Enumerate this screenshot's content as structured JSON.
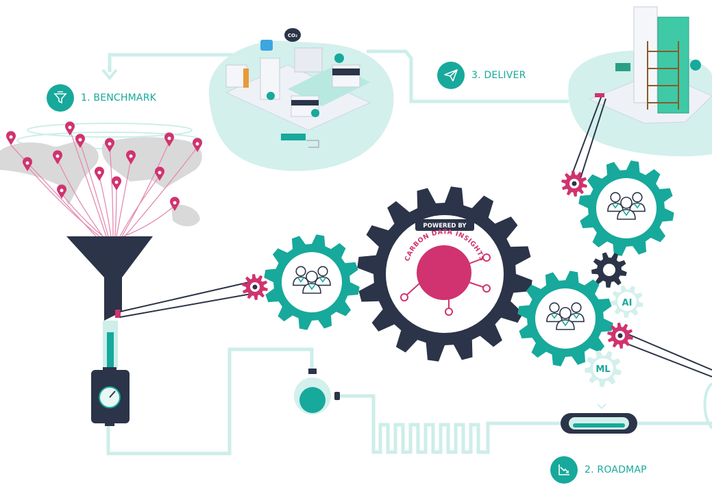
{
  "steps": {
    "benchmark": {
      "label": "1. BENCHMARK",
      "icon": "funnel-icon"
    },
    "roadmap": {
      "label": "2. ROADMAP",
      "icon": "trend-down-icon"
    },
    "deliver": {
      "label": "3. DELIVER",
      "icon": "paper-plane-icon"
    }
  },
  "center_gear": {
    "top_text": "POWERED BY",
    "arc_text": "CARBON DATA INSIGHTS"
  },
  "small_gears": {
    "ai": "AI",
    "ml": "ML"
  },
  "building_badge": {
    "co2": "CO₂"
  },
  "colors": {
    "teal": "#17a99b",
    "teal_light": "#d3f0ec",
    "navy": "#2b3448",
    "magenta": "#d0336f",
    "grey_map": "#d9d9d9"
  }
}
